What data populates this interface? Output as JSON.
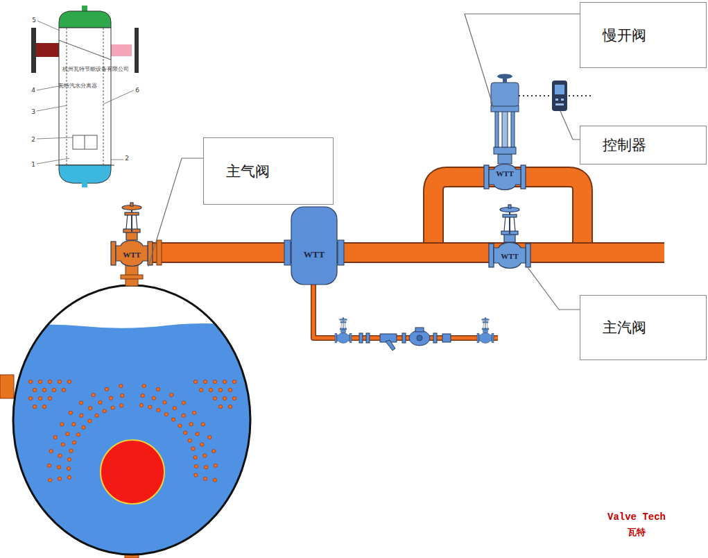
{
  "diagram": {
    "nodes": [
      {
        "text": [
          "慢开阀"
        ]
      },
      {
        "text": [
          "控制器"
        ]
      },
      {
        "text": [
          "主气阀"
        ]
      },
      {
        "text": [
          "主汽阀"
        ]
      }
    ],
    "labels": [
      "5",
      "杭州瓦特节能设备有限公司",
      "瓦特汽水分离器",
      "4",
      "6",
      "3",
      "2",
      "1",
      "2",
      "WTT",
      "WTT",
      "WTT",
      "WTT",
      "Valve Tech",
      "瓦特"
    ]
  }
}
